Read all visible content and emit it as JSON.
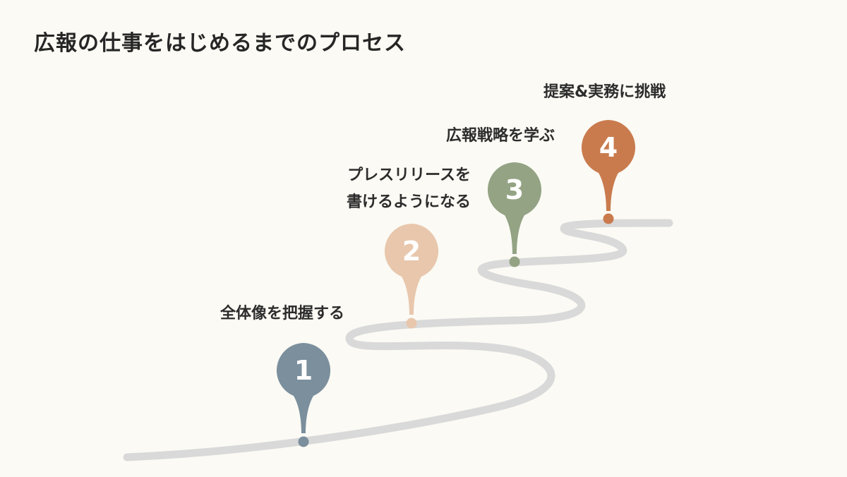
{
  "title": "広報の仕事をはじめるまでのプロセス",
  "colors": {
    "background": "#fbfaf4",
    "road": "#d9d9d9",
    "pin_1": "#7b8f9d",
    "pin_2": "#e8c7ad",
    "pin_3": "#93a384",
    "pin_4": "#c97b4e",
    "pin_number": "#ffffff"
  },
  "steps": [
    {
      "number": "1",
      "label": [
        "全体像を把握する"
      ]
    },
    {
      "number": "2",
      "label": [
        "プレスリリースを",
        "書けるようになる"
      ]
    },
    {
      "number": "3",
      "label": [
        "広報戦略を学ぶ"
      ]
    },
    {
      "number": "4",
      "label": [
        "提案&実務に挑戦"
      ]
    }
  ]
}
